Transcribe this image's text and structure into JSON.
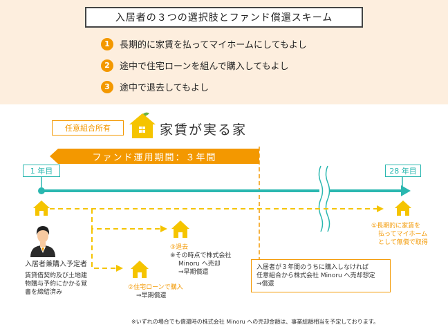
{
  "title": "入居者の３つの選択肢とファンド償還スキーム",
  "options": [
    {
      "num": "1",
      "text": "長期的に家賃を払ってマイホームにしてもよし"
    },
    {
      "num": "2",
      "text": "途中で住宅ローンを組んで購入してもよし"
    },
    {
      "num": "3",
      "text": "途中で退去してもよし"
    }
  ],
  "badge": "任意組合所有",
  "brand": "家賃が実る家",
  "fund_period": "ファンド運用期間：３年間",
  "year_start": "1 年目",
  "year_end": "28 年目",
  "person": {
    "title": "入居者兼購入予定者",
    "desc": [
      "賃貸借契約及び土地建",
      "物購与予約にかかる覚",
      "書を締結済み"
    ]
  },
  "path3": {
    "title": "③退去",
    "lines": [
      "※その時点で株式会社",
      "Minoru へ売却",
      "⇒早期償還"
    ]
  },
  "path2": {
    "title": "②住宅ローンで購入",
    "lines": [
      "⇒早期償還"
    ]
  },
  "path1": {
    "lines": [
      "①長期的に家賃を",
      "払ってマイホーム",
      "として無償で取得"
    ]
  },
  "note_box": [
    "入居者が３年間のうちに購入しなければ",
    "任意組合から株式会社 Minoru へ売却想定",
    "⇒償還"
  ],
  "footnote": "※いずれの場合でも償還時の株式会社 Minoru への売却金額は、事業総額相当を予定しております。",
  "colors": {
    "accent": "#f39800",
    "teal": "#2ab7b0",
    "house": "#f5c400",
    "peach": "#fdeede"
  }
}
